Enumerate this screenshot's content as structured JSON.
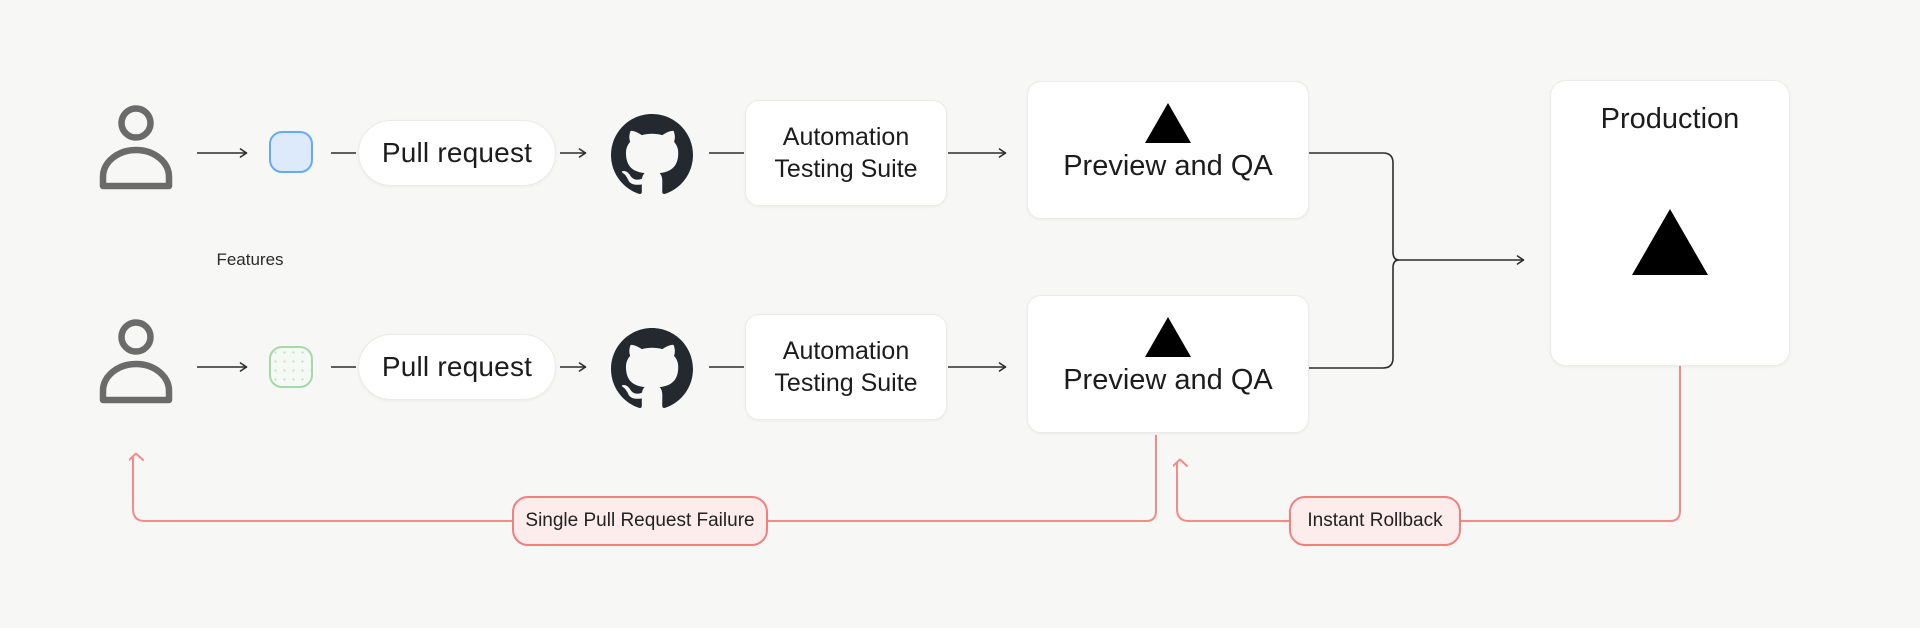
{
  "colors": {
    "background": "#f7f7f5",
    "line": "#2d2d2d",
    "error_line": "#f48a8a",
    "error_fill": "#fdecec",
    "error_border": "#f37f7f",
    "blue_branch_border": "#66aaf7",
    "blue_branch_fill": "#dceafc",
    "green_branch_border": "#a6d9aa",
    "green_branch_fill": "#f4f9f3",
    "github_mark": "#24292f",
    "person": "#6b6b6b",
    "triangle": "#000000",
    "node_fill": "#ffffff"
  },
  "icons": {
    "developer": "person-icon",
    "repository": "github-icon",
    "deployment": "vercel-triangle-icon"
  },
  "diagram": {
    "features_label": "Features",
    "rows": [
      {
        "branch": "blue feature branch",
        "pull_request": "Pull request",
        "automation": "Automation Testing Suite",
        "preview": "Preview and QA"
      },
      {
        "branch": "green feature branch",
        "pull_request": "Pull request",
        "automation": "Automation Testing Suite",
        "preview": "Preview and QA"
      }
    ],
    "production_label": "Production",
    "failure_label": "Single Pull Request Failure",
    "rollback_label": "Instant Rollback"
  }
}
